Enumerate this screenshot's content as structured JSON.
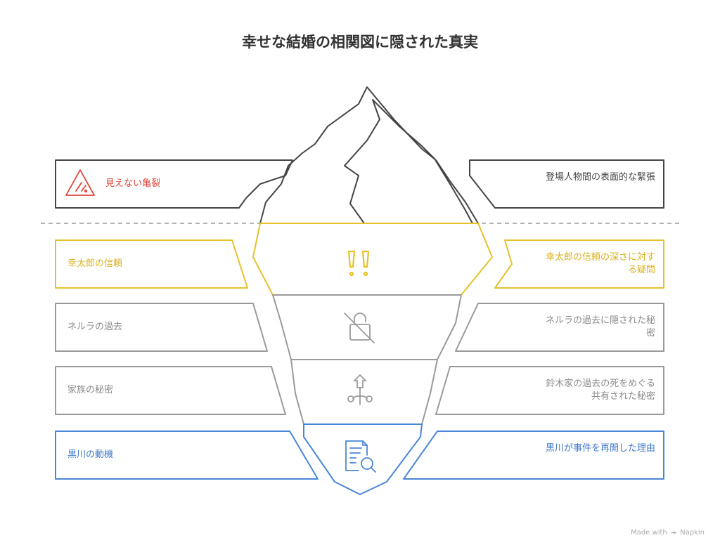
{
  "title": "幸せな結婚の相関図に隠された真実",
  "layers": [
    {
      "left_label": "見えない亀裂",
      "right_label": "登場人物間の表面的な緊張",
      "color": "#e0443a",
      "icon": "warning-icon"
    },
    {
      "left_label": "幸太郎の信頼",
      "right_label": "幸太郎の信頼の深さに対する疑問",
      "color": "#e6c12a",
      "icon": "double-exclamation-icon"
    },
    {
      "left_label": "ネルラの過去",
      "right_label": "ネルラの過去に隠された秘密",
      "color": "#9a9a9a",
      "icon": "unlocked-lock-icon"
    },
    {
      "left_label": "家族の秘密",
      "right_label": "鈴木家の過去の死をめぐる共有された秘密",
      "color": "#9a9a9a",
      "icon": "branching-arrows-icon"
    },
    {
      "left_label": "黒川の動機",
      "right_label": "黒川が事件を再開した理由",
      "color": "#4a86d8",
      "icon": "document-search-icon"
    }
  ],
  "credit": {
    "made_with": "Made with",
    "brand": "Napkin"
  }
}
